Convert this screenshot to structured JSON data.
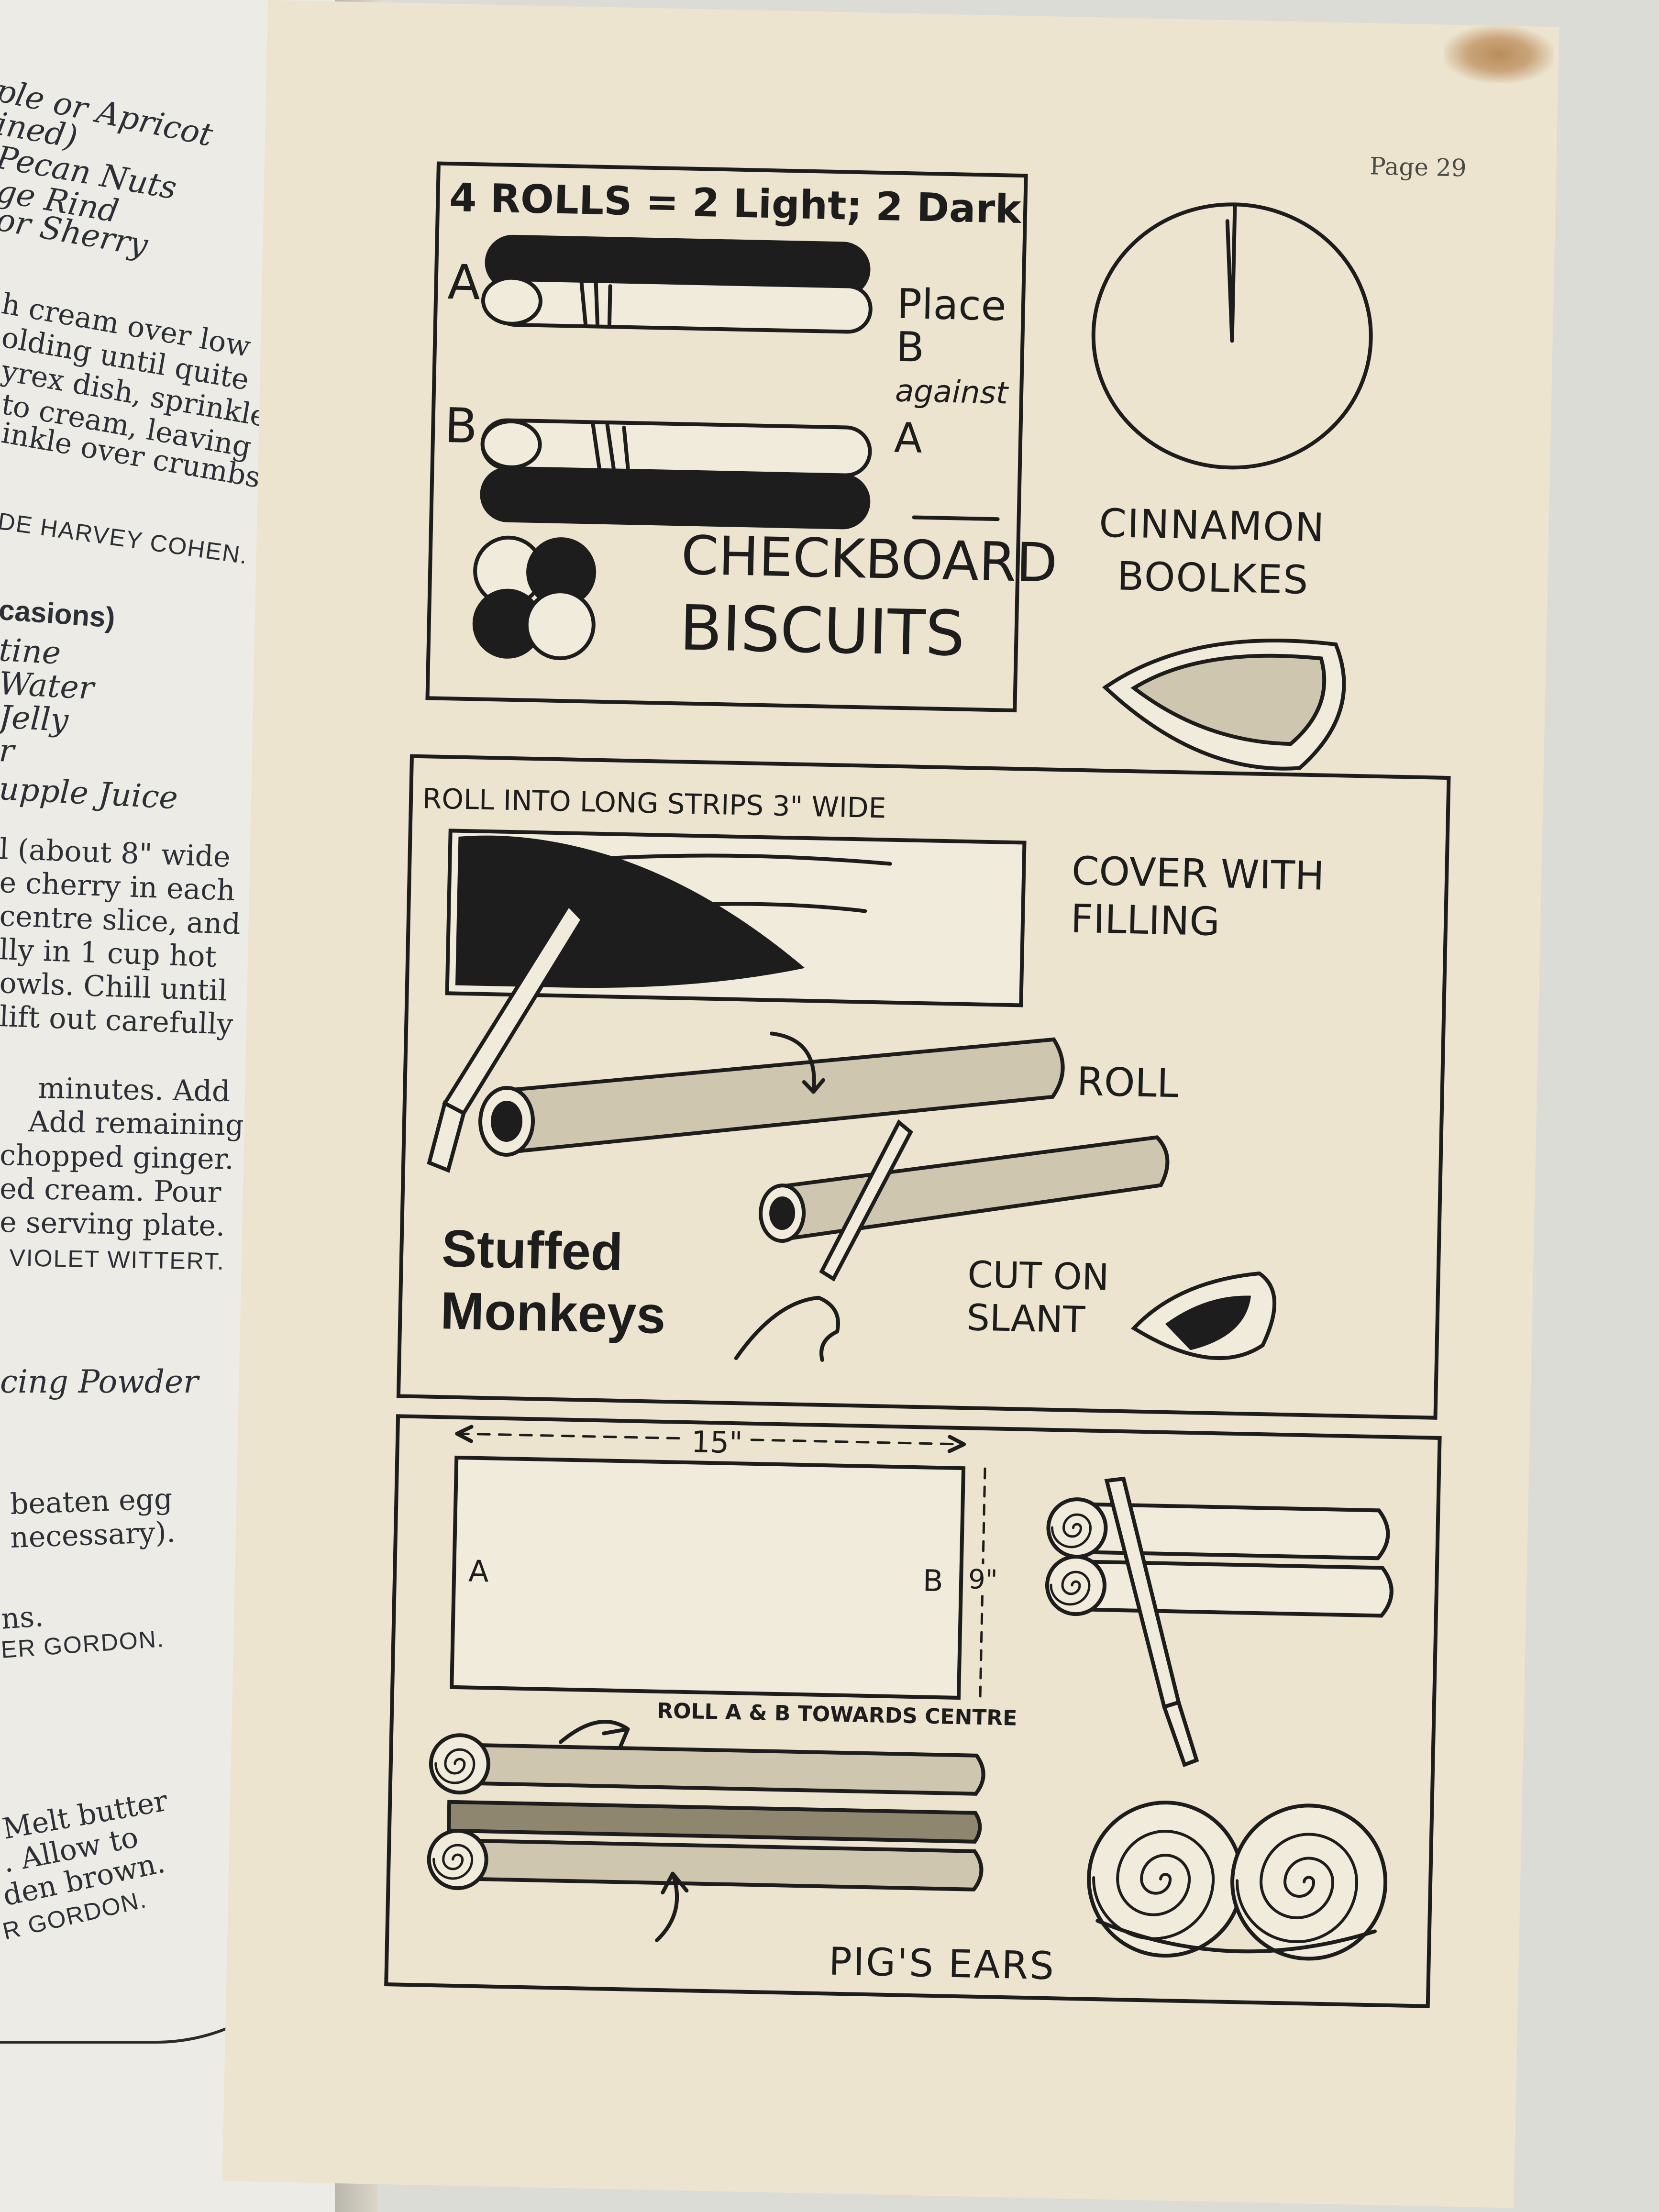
{
  "left_page": {
    "lines": [
      {
        "text": "ple or Apricot",
        "style": "it"
      },
      {
        "text": "ined)",
        "style": "it"
      },
      {
        "text": "Pecan Nuts",
        "style": "it"
      },
      {
        "text": "ge Rind",
        "style": "it"
      },
      {
        "text": "or Sherry",
        "style": "it"
      },
      {
        "text": "h cream over low",
        "style": "n"
      },
      {
        "text": "olding until quite",
        "style": "n"
      },
      {
        "text": "yrex dish, sprinkle",
        "style": "n"
      },
      {
        "text": "to cream, leaving",
        "style": "n"
      },
      {
        "text": "inkle over crumbs.",
        "style": "n"
      },
      {
        "text": "DE HARVEY COHEN.",
        "style": "caps"
      },
      {
        "text": "casions)",
        "style": "bold"
      },
      {
        "text": "tine",
        "style": "it"
      },
      {
        "text": "Water",
        "style": "it"
      },
      {
        "text": "Jelly",
        "style": "it"
      },
      {
        "text": "r",
        "style": "it"
      },
      {
        "text": "upple Juice",
        "style": "it"
      },
      {
        "text": "l (about 8\" wide",
        "style": "n"
      },
      {
        "text": "e cherry in each",
        "style": "n"
      },
      {
        "text": "centre slice, and",
        "style": "n"
      },
      {
        "text": "lly in 1 cup hot",
        "style": "n"
      },
      {
        "text": "owls. Chill until",
        "style": "n"
      },
      {
        "text": "lift out carefully",
        "style": "n"
      },
      {
        "text": "minutes. Add",
        "style": "n"
      },
      {
        "text": "Add remaining",
        "style": "n"
      },
      {
        "text": "chopped ginger.",
        "style": "n"
      },
      {
        "text": "ed cream. Pour",
        "style": "n"
      },
      {
        "text": "e serving plate.",
        "style": "n"
      },
      {
        "text": "VIOLET WITTERT.",
        "style": "caps"
      },
      {
        "text": "cing Powder",
        "style": "it"
      },
      {
        "text": "beaten egg",
        "style": "n"
      },
      {
        "text": "necessary).",
        "style": "n"
      },
      {
        "text": "ns.",
        "style": "n"
      },
      {
        "text": "ER GORDON.",
        "style": "caps"
      },
      {
        "text": "Melt butter",
        "style": "n"
      },
      {
        "text": ". Allow to",
        "style": "n"
      },
      {
        "text": "den brown.",
        "style": "n"
      },
      {
        "text": "R GORDON.",
        "style": "caps"
      }
    ]
  },
  "right_page": {
    "page_number": "Page 29",
    "checkerboard": {
      "heading": "4 ROLLS = 2 Light; 2 Dark",
      "label_a": "A",
      "label_b": "B",
      "instruction_lines": [
        "Place",
        "B",
        "against",
        "A"
      ],
      "title_lines": [
        "CHECKBOARD",
        "BISCUITS"
      ]
    },
    "cinnamon": {
      "title_lines": [
        "CINNAMON",
        "BOOLKES"
      ]
    },
    "monkeys": {
      "strip_label": "ROLL INTO LONG STRIPS 3\" WIDE",
      "cover_lines": [
        "COVER WITH",
        "FILLING"
      ],
      "roll_label": "ROLL",
      "cut_lines": [
        "CUT ON",
        "SLANT"
      ],
      "title_lines": [
        "Stuffed",
        "Monkeys"
      ]
    },
    "pigs_ears": {
      "width_label": "15\"",
      "height_label": "9\"",
      "label_a": "A",
      "label_b": "B",
      "roll_label": "ROLL A & B TOWARDS CENTRE",
      "title": "PIG'S EARS"
    }
  }
}
